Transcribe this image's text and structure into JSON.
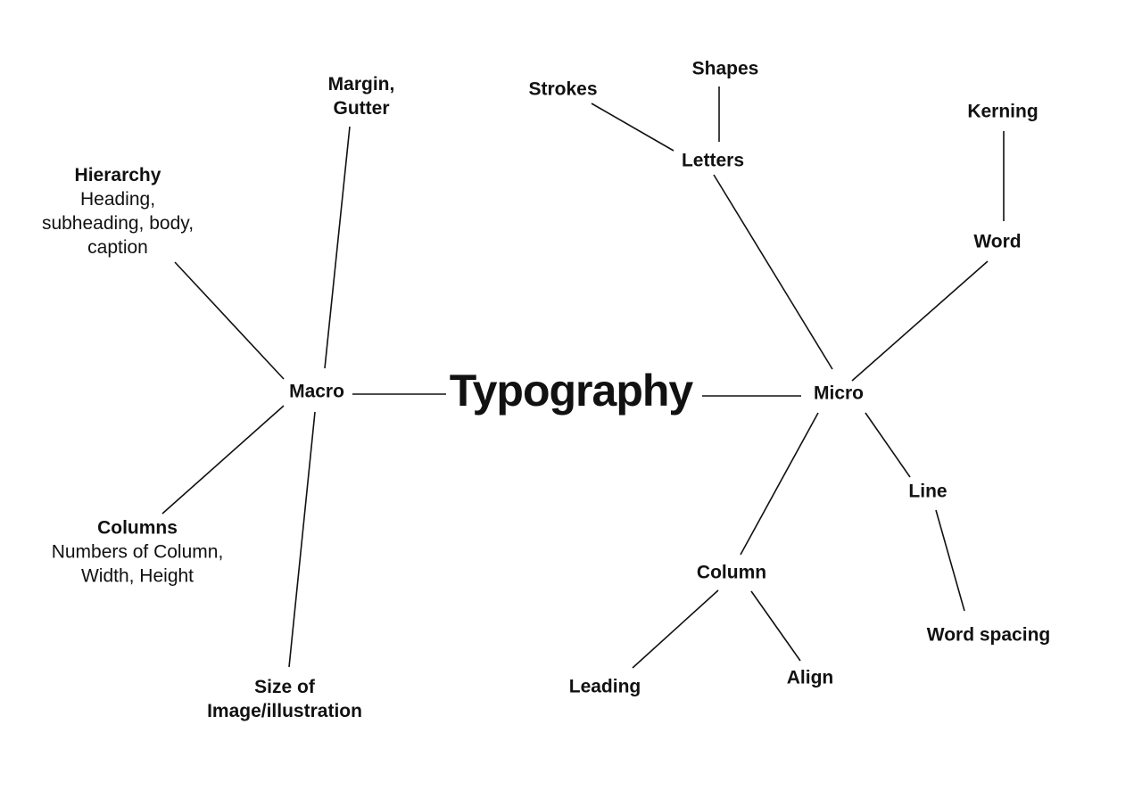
{
  "title": "Typography",
  "macro": {
    "label": "Macro",
    "margin": {
      "line1": "Margin,",
      "line2": "Gutter"
    },
    "hierarchy": {
      "title": "Hierarchy",
      "line1": "Heading,",
      "line2": "subheading, body,",
      "line3": "caption"
    },
    "columns": {
      "title": "Columns",
      "line1": "Numbers of Column,",
      "line2": "Width, Height"
    },
    "size": {
      "line1": "Size of",
      "line2": "Image/illustration"
    }
  },
  "micro": {
    "label": "Micro",
    "letters": "Letters",
    "strokes": "Strokes",
    "shapes": "Shapes",
    "word": "Word",
    "kerning": "Kerning",
    "line": "Line",
    "word_spacing": "Word spacing",
    "column": "Column",
    "leading": "Leading",
    "align": "Align"
  }
}
